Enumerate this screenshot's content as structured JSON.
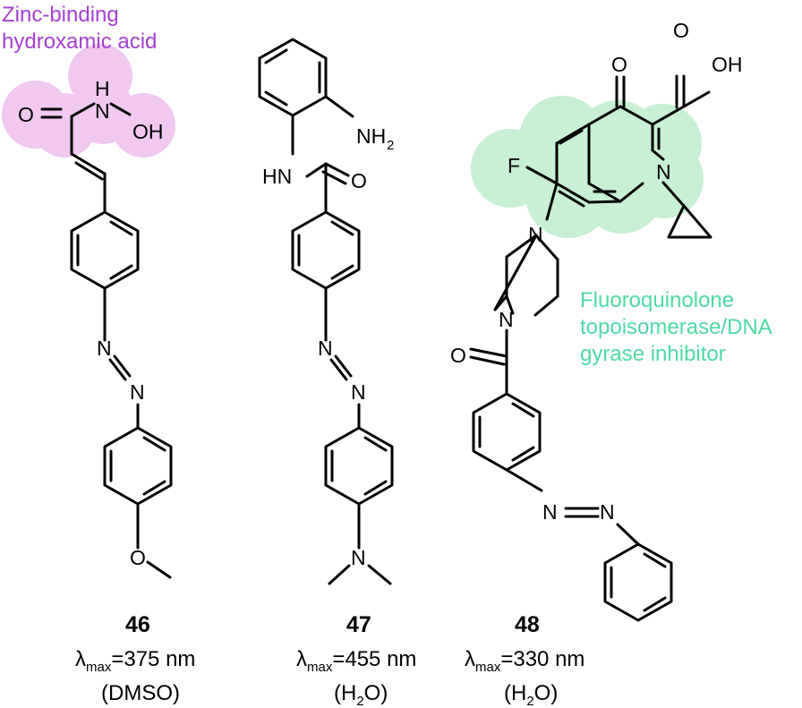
{
  "annotations": {
    "zinc": [
      "Zinc-binding",
      "hydroxamic acid"
    ],
    "fluoro": [
      "Fluoroquinolone",
      "topoisomerase/DNA",
      "gyrase inhibitor"
    ],
    "zinc_color": "#a53fd0",
    "fluoro_color": "#4fd9a3",
    "zinc_highlight": "#f0c8f0",
    "fluoro_highlight": "#c8f0d4"
  },
  "atoms": {
    "O": "O",
    "H": "H",
    "N": "N",
    "F": "F",
    "OH": "OH",
    "HN": "HN",
    "NH": "NH",
    "two": "2"
  },
  "compounds": [
    {
      "number": "46",
      "lambda": "λ",
      "max": "max",
      "value": "=375  nm",
      "solvent": "(DMSO)"
    },
    {
      "number": "47",
      "lambda": "λ",
      "max": "max",
      "value": "=455  nm",
      "solvent_pre": "(H",
      "solvent_sub": "2",
      "solvent_post": "O)"
    },
    {
      "number": "48",
      "lambda": "λ",
      "max": "max",
      "value": "=330  nm",
      "solvent_pre": "(H",
      "solvent_sub": "2",
      "solvent_post": "O)"
    }
  ]
}
